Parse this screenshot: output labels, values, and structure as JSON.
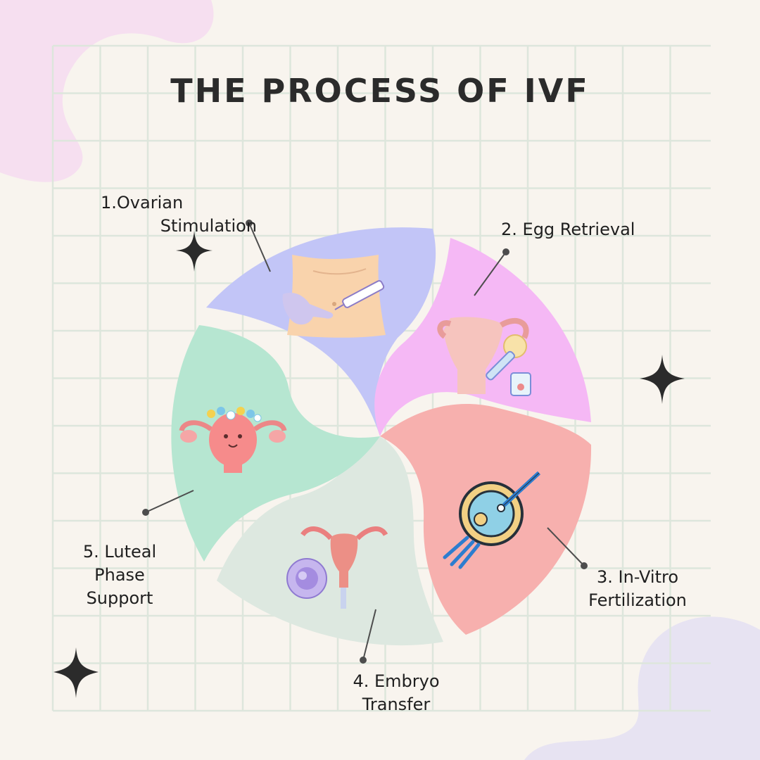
{
  "title": "THE PROCESS OF IVF",
  "steps": [
    {
      "line1": "1.Ovarian",
      "line2": "Stimulation",
      "color": "#c2c5f7",
      "icon": "abdomen-injection-icon"
    },
    {
      "line1": "2. Egg Retrieval",
      "line2": "",
      "color": "#f5b8f5",
      "icon": "uterus-syringe-icon"
    },
    {
      "line1": "3. In-Vitro",
      "line2": "Fertilization",
      "color": "#f7b0ae",
      "icon": "icsi-petri-dish-icon"
    },
    {
      "line1": "4. Embryo",
      "line2": "Transfer",
      "color": "#dde8e0",
      "icon": "uterus-embryo-icon"
    },
    {
      "line1": "5. Luteal",
      "line2": "Phase",
      "line3": "Support",
      "color": "#b6e6d1",
      "icon": "happy-uterus-flowers-icon"
    }
  ],
  "colors": {
    "background": "#f8f4ee",
    "grid": "#dde6dc",
    "blob_pink": "#f6dff0",
    "blob_lilac": "#e7e3f2",
    "ink": "#2b2b2b"
  },
  "decor": [
    "sparkle-icon",
    "sparkle-icon",
    "sparkle-icon"
  ]
}
